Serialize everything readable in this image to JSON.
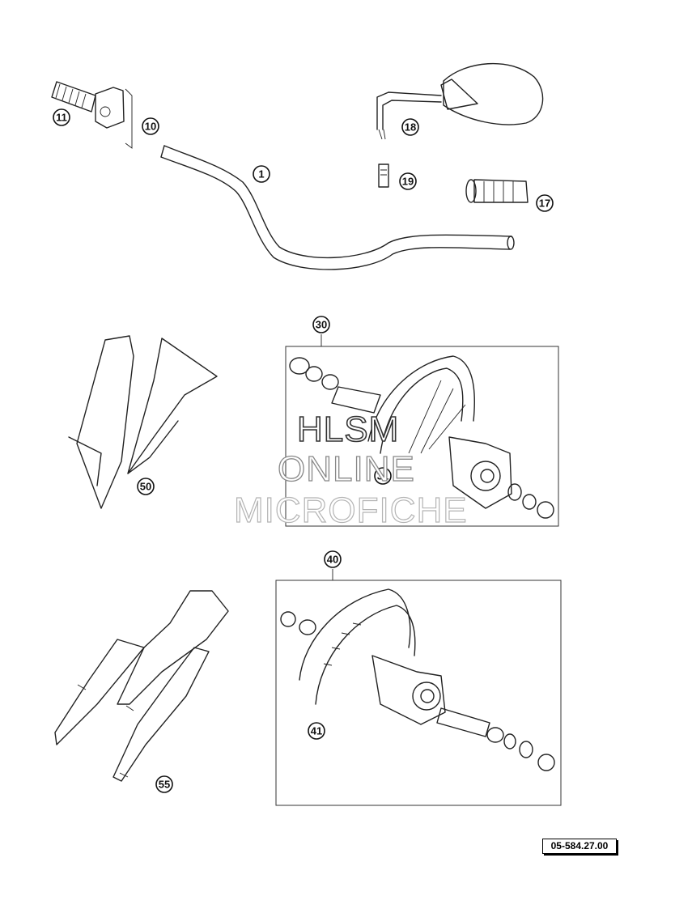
{
  "callouts": {
    "c1": "1",
    "c10": "10",
    "c11": "11",
    "c17": "17",
    "c18": "18",
    "c19": "19",
    "c30": "30",
    "c31": "31",
    "c40": "40",
    "c41": "41",
    "c50": "50",
    "c55": "55"
  },
  "watermark": {
    "line1": "HLSM",
    "line2": "ONLINE",
    "line3": "MICROFICHE"
  },
  "reference": "05-584.27.00"
}
